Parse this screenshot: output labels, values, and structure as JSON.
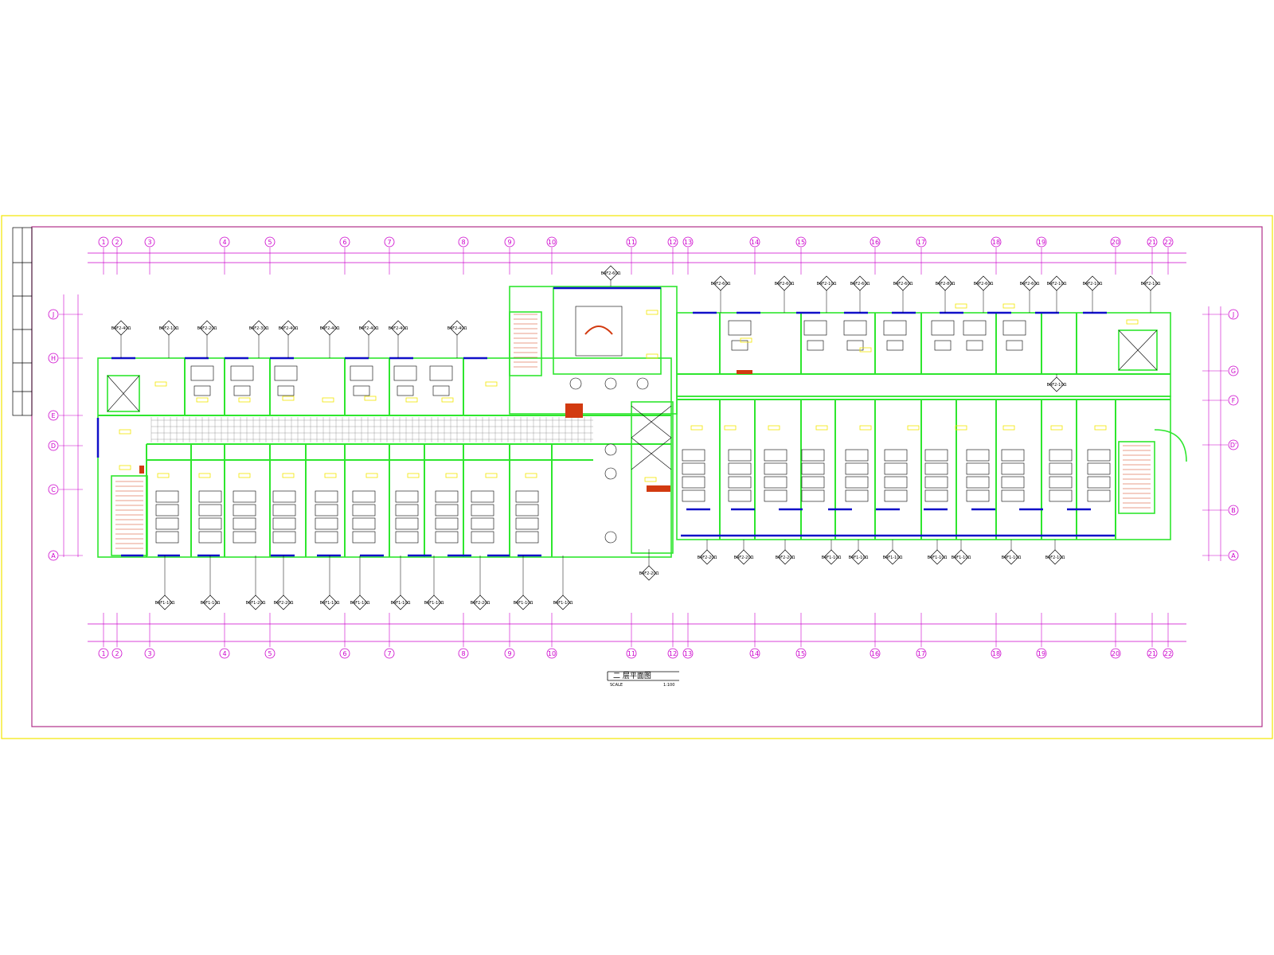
{
  "drawing": {
    "caption": "二 层平面图",
    "scale_label": "SCALE",
    "scale_value": "1:100",
    "colors": {
      "outer_frame": "#f2e600",
      "inner_frame": "#b0308a",
      "wall": "#2ee62e",
      "window": "#1010c8",
      "grid": "#cc00cc",
      "furniture": "#000000",
      "label_tag": "#f2e600",
      "accent": "#d23a10"
    },
    "grid_top": [
      "1",
      "2",
      "3",
      "4",
      "5",
      "6",
      "7",
      "8",
      "9",
      "10",
      "11",
      "12",
      "13",
      "14",
      "15",
      "16",
      "17",
      "18",
      "19",
      "20",
      "21",
      "22"
    ],
    "grid_bottom": [
      "1",
      "2",
      "3",
      "4",
      "5",
      "6",
      "7",
      "8",
      "9",
      "10",
      "11",
      "12",
      "13",
      "14",
      "15",
      "16",
      "17",
      "18",
      "19",
      "20",
      "21",
      "22"
    ],
    "grid_left": [
      "J",
      "H",
      "E",
      "D",
      "C",
      "A"
    ],
    "grid_right": [
      "J",
      "G",
      "F",
      "D'",
      "B",
      "A"
    ],
    "top_tags": [
      "B4F2-40Ω",
      "B4F2-10Ω",
      "B4F2-20Ω",
      "B4F2-30Ω",
      "B4F2-40Ω",
      "B4F2-40Ω",
      "B4F2-40Ω",
      "B4F2-40Ω",
      "B4F2-40Ω",
      "B4F2-60Ω",
      "B4F2-60Ω",
      "B4F2-60Ω",
      "B4F2-10Ω",
      "B4F2-60Ω",
      "B4F2-60Ω",
      "B4F2-80Ω",
      "B4F2-60Ω",
      "B4F2-60Ω",
      "B4F2-10Ω",
      "B4F2-10Ω",
      "B4F2-10Ω",
      "B4F2-10Ω"
    ],
    "bottom_tags": [
      "B4F1-10Ω",
      "B4F1-10Ω",
      "B4F1-20Ω",
      "B4F2-20Ω",
      "B4F1-10Ω",
      "B4F1-10Ω",
      "B4F1-10Ω",
      "B4F1-10Ω",
      "B4F2-20Ω",
      "B4F1-10Ω",
      "B4F1-10Ω",
      "B4F2-20Ω",
      "B4F2-20Ω",
      "B4F2-20Ω",
      "B4F2-20Ω",
      "B4F1-10Ω",
      "B4F1-10Ω",
      "B4F1-10Ω",
      "B4F1-10Ω",
      "B4F1-10Ω",
      "B4F1-10Ω",
      "B4F2-10Ω"
    ]
  }
}
